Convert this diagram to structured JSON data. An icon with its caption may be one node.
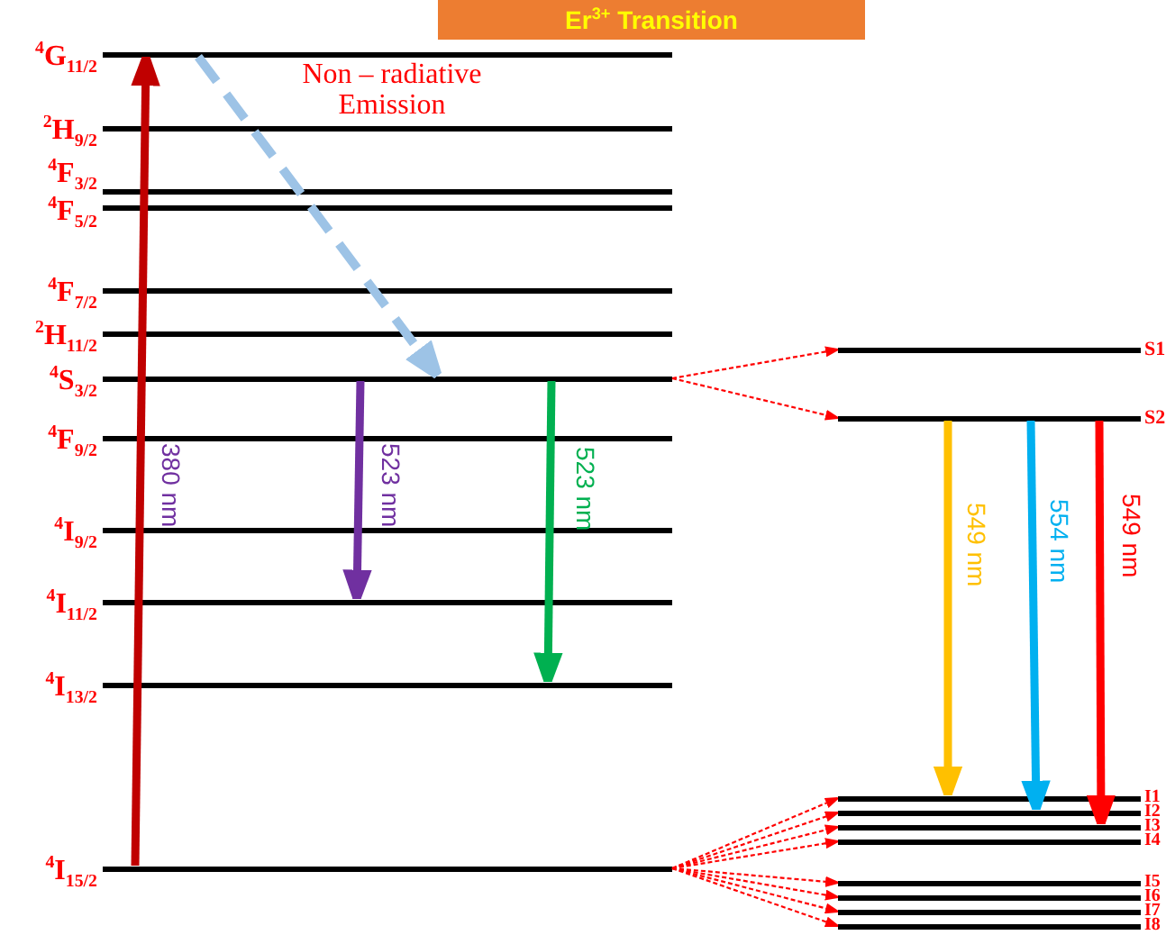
{
  "diagram": {
    "title": "Er$^{3+}$ Transition",
    "nodes": [
      {
        "text": [],
        "shape": "line",
        "beside": [
          "$^{4}$G$_{11/2}$"
        ]
      },
      {
        "text": [],
        "shape": "line",
        "beside": [
          "$^{2}$H$_{9/2}$"
        ]
      },
      {
        "text": [],
        "shape": "line",
        "beside": [
          "$^{4}$F$_{3/2}$"
        ]
      },
      {
        "text": [],
        "shape": "line",
        "beside": [
          "$^{4}$F$_{5/2}$"
        ]
      },
      {
        "text": [],
        "shape": "line",
        "beside": [
          "$^{4}$F$_{7/2}$"
        ]
      },
      {
        "text": [],
        "shape": "line",
        "beside": [
          "$^{2}$H$_{11/2}$"
        ]
      },
      {
        "text": [],
        "shape": "line",
        "beside": [
          "$^{4}$S$_{3/2}$"
        ]
      },
      {
        "text": [],
        "shape": "line",
        "beside": [
          "$^{4}$F$_{9/2}$"
        ]
      },
      {
        "text": [],
        "shape": "line",
        "beside": [
          "$^{4}$I$_{9/2}$"
        ]
      },
      {
        "text": [],
        "shape": "line",
        "beside": [
          "$^{4}$I$_{11/2}$"
        ]
      },
      {
        "text": [],
        "shape": "line",
        "beside": [
          "$^{4}$I$_{13/2}$"
        ]
      },
      {
        "text": [],
        "shape": "line",
        "beside": [
          "$^{4}$I$_{15/2}$"
        ]
      },
      {
        "text": [],
        "shape": "line",
        "beside": [
          "S1"
        ]
      },
      {
        "text": [],
        "shape": "line",
        "beside": [
          "S2"
        ]
      },
      {
        "text": [],
        "shape": "line",
        "beside": [
          "I1"
        ]
      },
      {
        "text": [],
        "shape": "line",
        "beside": [
          "I2"
        ]
      },
      {
        "text": [],
        "shape": "line",
        "beside": [
          "I3"
        ]
      },
      {
        "text": [],
        "shape": "line",
        "beside": [
          "I4"
        ]
      },
      {
        "text": [],
        "shape": "line",
        "beside": [
          "I5"
        ]
      },
      {
        "text": [],
        "shape": "line",
        "beside": [
          "I6"
        ]
      },
      {
        "text": [],
        "shape": "line",
        "beside": [
          "I7"
        ]
      },
      {
        "text": [],
        "shape": "line",
        "beside": [
          "I8"
        ]
      }
    ],
    "edges": [
      {
        "from": 11,
        "to": 0,
        "arrow": "to",
        "label": "380 nm",
        "style": "thick",
        "color": "#c00000"
      },
      {
        "from": 0,
        "to": 6,
        "arrow": "to",
        "label": "Non – radiative Emission",
        "style": "dashed",
        "color": "#9dc3e6"
      },
      {
        "from": 6,
        "to": 9,
        "arrow": "to",
        "label": "523 nm",
        "style": "thick",
        "color": "#7030a0"
      },
      {
        "from": 6,
        "to": 10,
        "arrow": "to",
        "label": "523 nm",
        "style": "thick",
        "color": "#00b050"
      },
      {
        "from": 6,
        "to": 12,
        "arrow": "to",
        "style": "dashed"
      },
      {
        "from": 6,
        "to": 13,
        "arrow": "to",
        "style": "dashed"
      },
      {
        "from": 11,
        "to": 14,
        "arrow": "to",
        "style": "dashed"
      },
      {
        "from": 11,
        "to": 15,
        "arrow": "to",
        "style": "dashed"
      },
      {
        "from": 11,
        "to": 16,
        "arrow": "to",
        "style": "dashed"
      },
      {
        "from": 11,
        "to": 17,
        "arrow": "to",
        "style": "dashed"
      },
      {
        "from": 11,
        "to": 18,
        "arrow": "to",
        "style": "dashed"
      },
      {
        "from": 11,
        "to": 19,
        "arrow": "to",
        "style": "dashed"
      },
      {
        "from": 11,
        "to": 20,
        "arrow": "to",
        "style": "dashed"
      },
      {
        "from": 11,
        "to": 21,
        "arrow": "to",
        "style": "dashed"
      },
      {
        "from": 13,
        "to": 14,
        "arrow": "to",
        "label": "549 nm",
        "style": "thick",
        "color": "#ffc000"
      },
      {
        "from": 13,
        "to": 15,
        "arrow": "to",
        "label": "554 nm",
        "style": "thick",
        "color": "#00b0f0"
      },
      {
        "from": 13,
        "to": 16,
        "arrow": "to",
        "label": "549 nm",
        "style": "thick"
      }
    ]
  }
}
